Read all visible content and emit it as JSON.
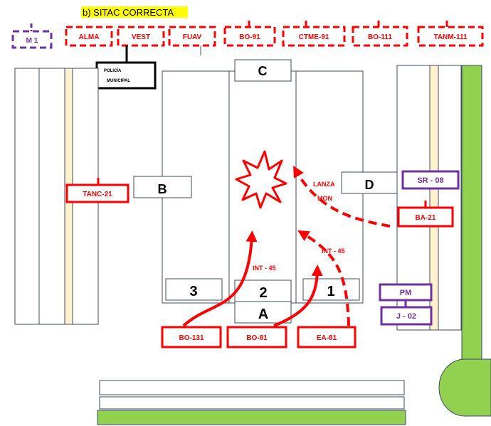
{
  "title": "b) SITAC CORRECTA",
  "top_units": [
    {
      "label": "M 1",
      "color": "#7030a0"
    },
    {
      "label": "ALMA",
      "color": "#ff0000"
    },
    {
      "label": "VEST",
      "color": "#ff0000"
    },
    {
      "label": "FUAV",
      "color": "#ff0000"
    },
    {
      "label": "BO-91",
      "color": "#ff0000"
    },
    {
      "label": "CTME-91",
      "color": "#ff0000"
    },
    {
      "label": "BO-111",
      "color": "#ff0000"
    },
    {
      "label": "TANM-111",
      "color": "#ff0000"
    }
  ],
  "police": {
    "line1": "POLICÍA",
    "line2": "MUNICIPAL"
  },
  "zones": {
    "c": "C",
    "b": "B",
    "d": "D",
    "a": "A",
    "bay3": "3",
    "bay2": "2",
    "bay1": "1"
  },
  "units": {
    "tanc21": "TANC-21",
    "sr08": "SR - 08",
    "ba21": "BA-21",
    "pm": "PM",
    "j02": "J - 02",
    "bo131": "BO-131",
    "bo81": "BO-81",
    "ea81": "EA-81"
  },
  "annotations": {
    "lanza": "LANZA",
    "mon": "MON",
    "int45_a": "INT - 45",
    "int45_b": "INT - 45"
  },
  "colors": {
    "red": "#ff0000",
    "purple": "#7030a0",
    "green": "#92d050",
    "cream": "#fff2cc",
    "highlight": "#ffff00",
    "slate": "#3c4a6b"
  }
}
